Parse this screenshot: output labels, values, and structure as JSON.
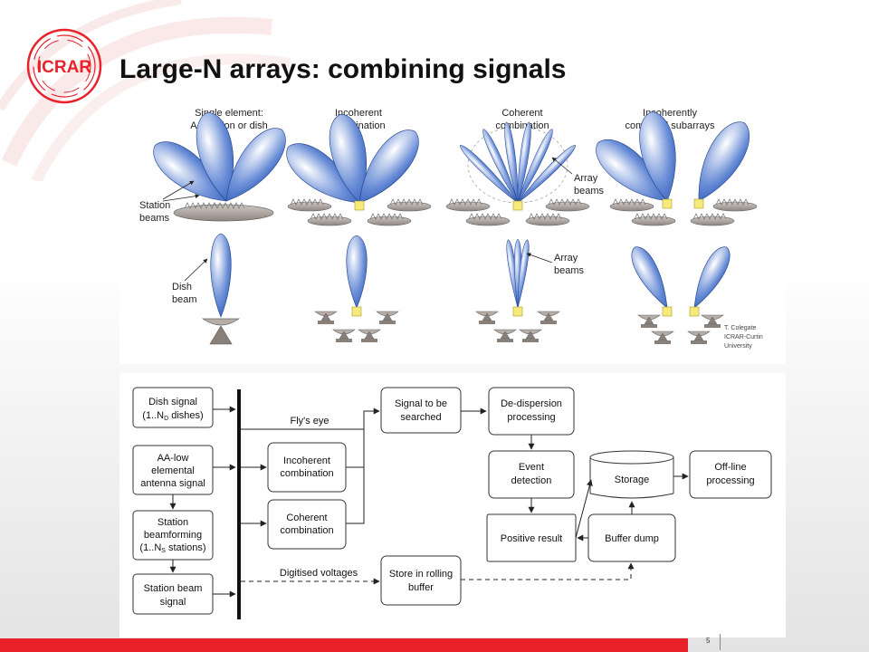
{
  "slide": {
    "title": "Large-N arrays: combining signals",
    "logo_text": "ICRAR",
    "page_number": "5",
    "accent_color": "#e8212b"
  },
  "beams_figure": {
    "columns": [
      {
        "heading_line1": "Single element:",
        "heading_line2": "AA station or dish"
      },
      {
        "heading_line1": "Incoherent",
        "heading_line2": "combination"
      },
      {
        "heading_line1": "Coherent",
        "heading_line2": "combination"
      },
      {
        "heading_line1": "Incoherently",
        "heading_line2": "combined subarrays"
      }
    ],
    "labels": {
      "station_beams_1": "Station",
      "station_beams_2": "beams",
      "dish_beam_1": "Dish",
      "dish_beam_2": "beam",
      "array_beams_top_1": "Array",
      "array_beams_top_2": "beams",
      "array_beams_bottom_1": "Array",
      "array_beams_bottom_2": "beams"
    },
    "credit": {
      "line1": "T. Colegate",
      "line2": "ICRAR-Curtin",
      "line3": "University"
    },
    "beam_color": "#1e4fb0"
  },
  "flowchart": {
    "boxes": {
      "dish_signal": {
        "line1": "Dish signal",
        "line2": "(1..N",
        "sub": "D",
        "line2_end": " dishes)"
      },
      "aa_low": {
        "line1": "AA-low",
        "line2": "elemental",
        "line3": "antenna signal"
      },
      "station_bf": {
        "line1": "Station",
        "line2": "beamforming",
        "line3": "(1..N",
        "sub": "S",
        "line3_end": " stations)"
      },
      "station_beam": {
        "line1": "Station beam",
        "line2": "signal"
      },
      "incoherent": {
        "line1": "Incoherent",
        "line2": "combination"
      },
      "coherent": {
        "line1": "Coherent",
        "line2": "combination"
      },
      "signal_searched": {
        "line1": "Signal to be",
        "line2": "searched"
      },
      "rolling_buffer": {
        "line1": "Store in rolling",
        "line2": "buffer"
      },
      "dedispersion": {
        "line1": "De-dispersion",
        "line2": "processing"
      },
      "event_detection": {
        "line1": "Event",
        "line2": "detection"
      },
      "positive_result": {
        "line1": "Positive result"
      },
      "storage": {
        "line1": "Storage"
      },
      "buffer_dump": {
        "line1": "Buffer dump"
      },
      "offline": {
        "line1": "Off-line",
        "line2": "processing"
      }
    },
    "edge_labels": {
      "flys_eye": "Fly's eye",
      "digitised_voltages": "Digitised voltages"
    }
  }
}
